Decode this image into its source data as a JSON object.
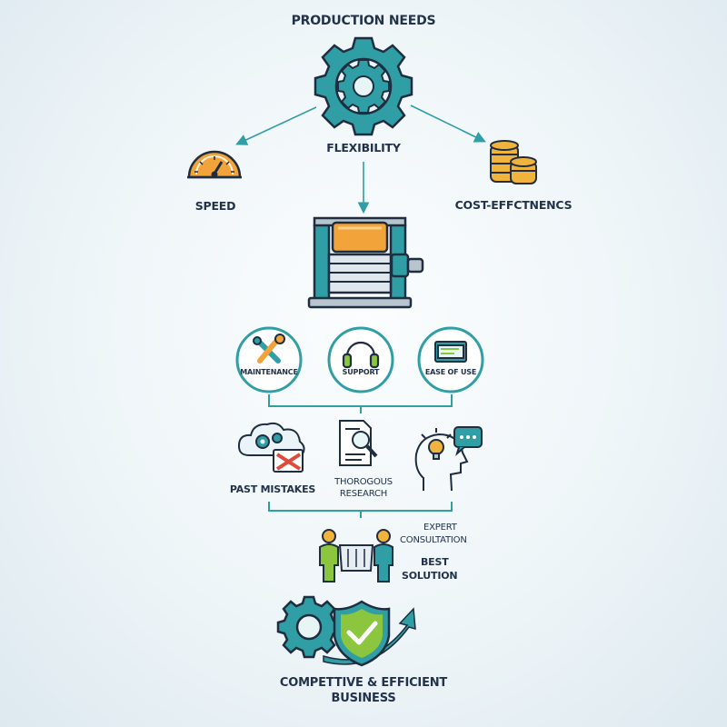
{
  "title": "PRODUCTION NEEDS",
  "needs": {
    "speed": "SPEED",
    "flexibility": "FLEXIBILITY",
    "cost": "COST-EFFCTNENCS"
  },
  "factors": {
    "maintenance": "MAINTENANCE",
    "support": "SUPPORT",
    "ease_of_use": "EASE OF USE"
  },
  "process": {
    "past_mistakes": "PAST MISTAKES",
    "research_line1": "THOROGOUS",
    "research_line2": "RESEARCH"
  },
  "consultation": {
    "line1": "EXPERT",
    "line2": "CONSULTATION",
    "best_line1": "BEST",
    "best_line2": "SOLUTION"
  },
  "result": {
    "line1": "COMPETTIVE & EFFICIENT",
    "line2": "BUSINESS"
  },
  "colors": {
    "teal": "#2f9ea5",
    "dark": "#22324a",
    "orange": "#f2a33a",
    "gold": "#f0b43c",
    "green": "#8cc63f",
    "red": "#e04a3a"
  }
}
